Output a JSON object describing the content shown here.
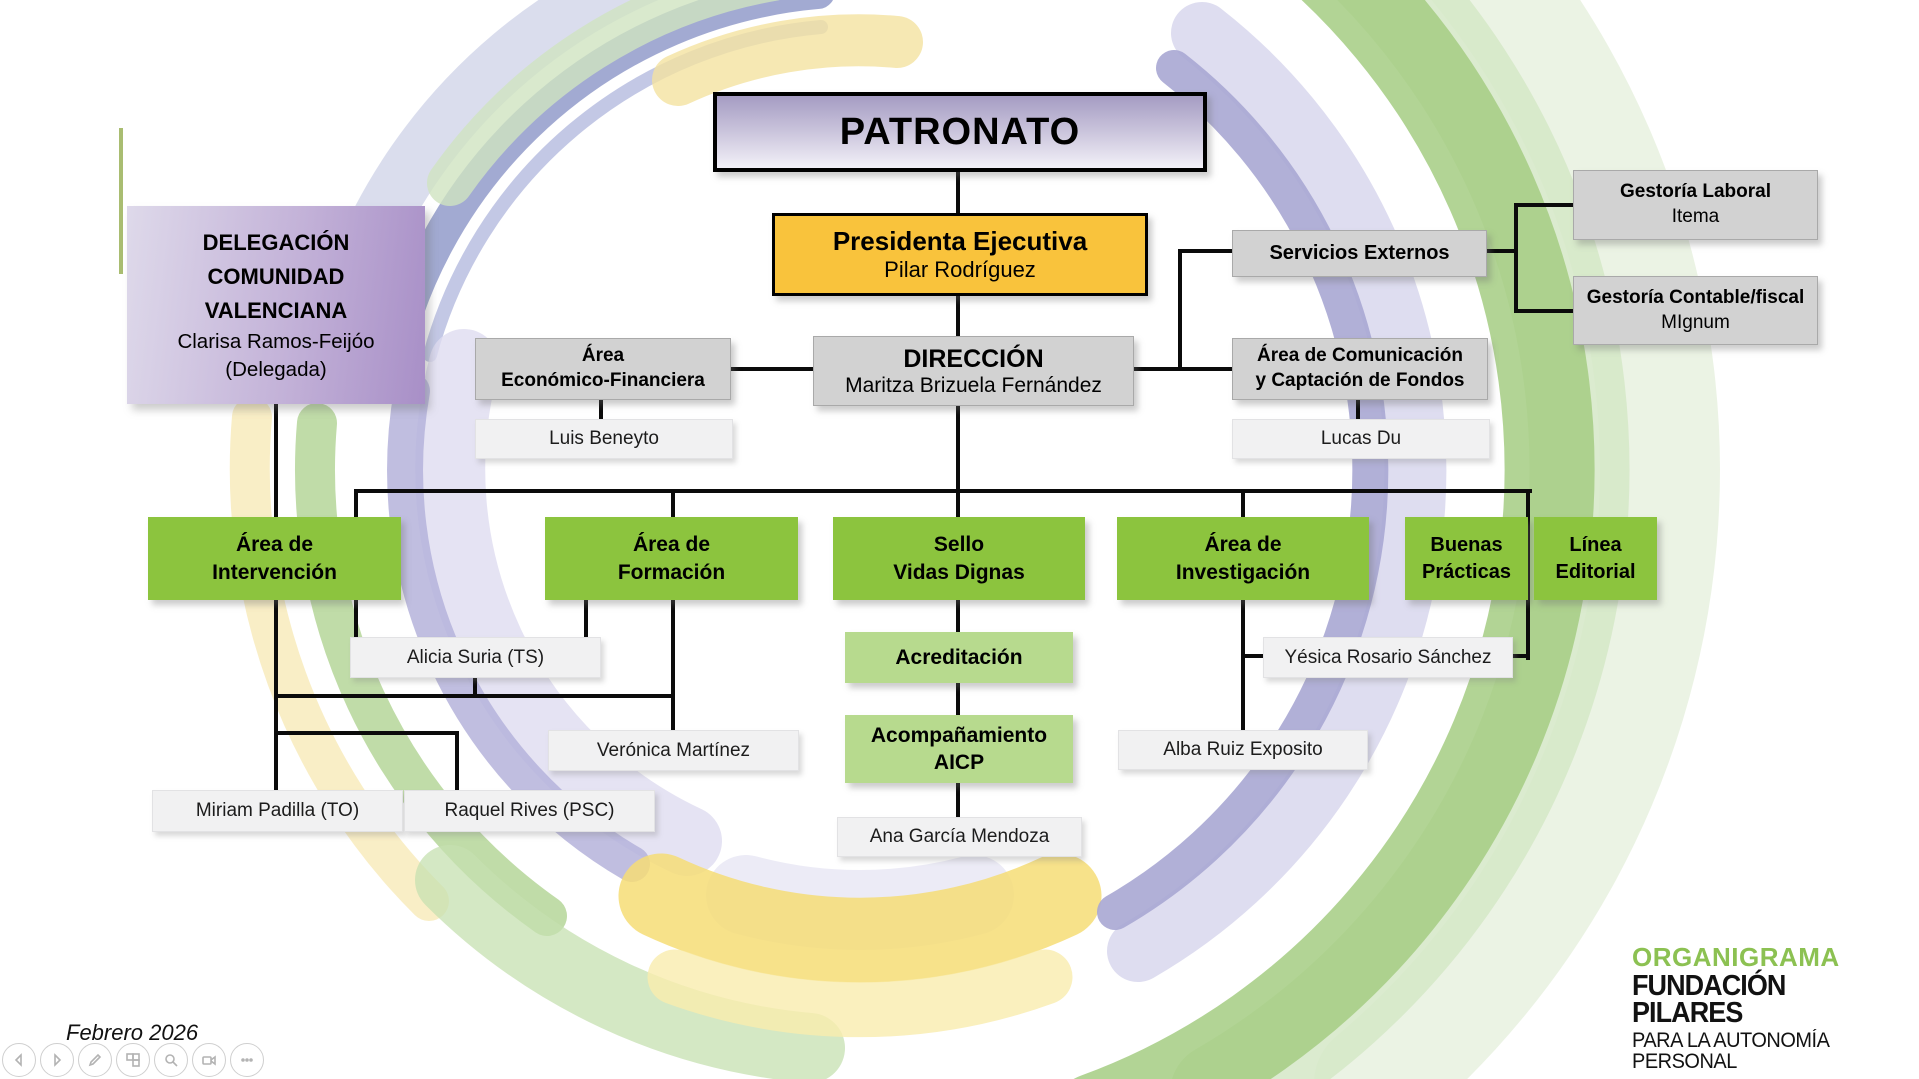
{
  "palette": {
    "node_green": "#8cc43e",
    "node_light_green": "#b7da8e",
    "node_yellow": "#f9c33c",
    "node_gray": "#d2d2d2",
    "node_name_gray": "#f1f1f2",
    "purple_dark": "#a88fc7",
    "purple_light": "#ded9ea",
    "logo_green": "#8cc152",
    "connector": "#0b0b0b"
  },
  "chart": {
    "patronato": {
      "title": "PATRONATO"
    },
    "delegacion": {
      "l1": "DELEGACIÓN",
      "l2": "COMUNIDAD",
      "l3": "VALENCIANA",
      "name": "Clarisa Ramos-Feijóo",
      "role": "(Delegada)"
    },
    "presidenta": {
      "title": "Presidenta Ejecutiva",
      "name": "Pilar Rodríguez"
    },
    "servicios": {
      "title": "Servicios Externos"
    },
    "gestoria_laboral": {
      "title": "Gestoría Laboral",
      "name": "Itema"
    },
    "gestoria_contable": {
      "title": "Gestoría Contable/fiscal",
      "name": "MIgnum"
    },
    "economico": {
      "l1": "Área",
      "l2": "Económico-Financiera",
      "name": "Luis Beneyto"
    },
    "direccion": {
      "title": "DIRECCIÓN",
      "name": "Maritza Brizuela Fernández"
    },
    "comunicacion": {
      "l1": "Área de Comunicación",
      "l2": "y Captación de Fondos",
      "name": "Lucas Du"
    },
    "intervencion": {
      "l1": "Área de",
      "l2": "Intervención"
    },
    "formacion": {
      "l1": "Área de",
      "l2": "Formación"
    },
    "sello": {
      "l1": "Sello",
      "l2": "Vidas Dignas"
    },
    "investigacion": {
      "l1": "Área de",
      "l2": "Investigación"
    },
    "buenas": {
      "l1": "Buenas",
      "l2": "Prácticas"
    },
    "linea": {
      "l1": "Línea",
      "l2": "Editorial"
    },
    "alicia": {
      "name": "Alicia Suria (TS)"
    },
    "miriam": {
      "name": "Miriam Padilla (TO)"
    },
    "raquel": {
      "name": "Raquel Rives (PSC)"
    },
    "veronica": {
      "name": "Verónica Martínez"
    },
    "acreditacion": {
      "title": "Acreditación"
    },
    "acompanamiento": {
      "l1": "Acompañamiento",
      "l2": "AICP"
    },
    "ana": {
      "name": "Ana García Mendoza"
    },
    "yesica": {
      "name": "Yésica Rosario Sánchez"
    },
    "alba": {
      "name": "Alba Ruiz Exposito"
    }
  },
  "footer": {
    "date": "Febrero 2026",
    "logo": {
      "l1": "ORGANIGRAMA",
      "l2": "FUNDACIÓN",
      "l3": "PILARES",
      "l4": "PARA LA AUTONOMÍA PERSONAL"
    }
  },
  "controls": {
    "items": [
      "previous-slide",
      "next-slide",
      "pen-tool",
      "show-slides",
      "zoom-search",
      "camera",
      "more-options"
    ]
  }
}
